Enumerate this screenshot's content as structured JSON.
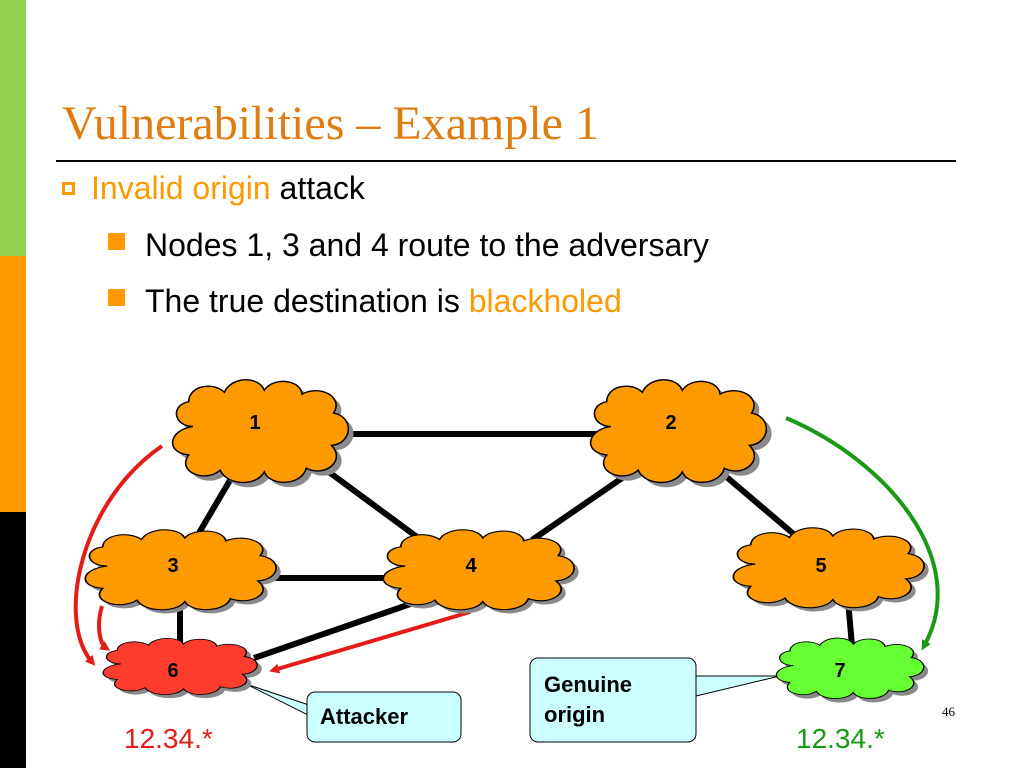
{
  "colors": {
    "sidebar_green": "#92d050",
    "sidebar_orange": "#ff9900",
    "sidebar_black": "#000000",
    "title": "#e07b10",
    "accent_orange": "#ff9900",
    "text": "#000000",
    "node_orange": "#ff9a00",
    "node_attacker": "#ff3d2e",
    "node_genuine": "#66ff33",
    "arrow_red": "#e41b17",
    "arrow_green": "#1a9a14",
    "callout_fill": "#ccffff",
    "ip_red": "#e41b17",
    "ip_green": "#1a9a14"
  },
  "slide": {
    "title": "Vulnerabilities – Example 1",
    "bullet1": {
      "highlight": "Invalid origin",
      "rest": " attack"
    },
    "bullet2": {
      "text": "Nodes 1, 3 and 4 route to the adversary"
    },
    "bullet3": {
      "text": "The true destination is ",
      "highlight": "blackholed"
    },
    "page_number": "46"
  },
  "diagram": {
    "nodes": {
      "n1": "1",
      "n2": "2",
      "n3": "3",
      "n4": "4",
      "n5": "5",
      "n6": "6",
      "n7": "7"
    },
    "edges": [
      [
        "1",
        "2"
      ],
      [
        "1",
        "3"
      ],
      [
        "1",
        "4"
      ],
      [
        "3",
        "4"
      ],
      [
        "3",
        "6"
      ],
      [
        "4",
        "6"
      ],
      [
        "2",
        "4"
      ],
      [
        "2",
        "5"
      ],
      [
        "5",
        "7"
      ]
    ],
    "attacker_label": "Attacker",
    "genuine_label_line1": "Genuine",
    "genuine_label_line2": "origin",
    "ip_attacker": "12.34.*",
    "ip_genuine": "12.34.*"
  }
}
